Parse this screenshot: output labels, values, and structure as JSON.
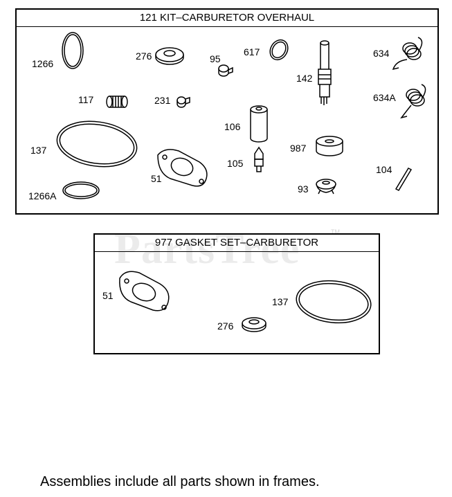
{
  "frames": {
    "kit": {
      "title": "121 KIT–CARBURETOR OVERHAUL",
      "labels": {
        "p1266": "1266",
        "p276": "276",
        "p95": "95",
        "p617": "617",
        "p142": "142",
        "p634": "634",
        "p634a": "634A",
        "p117": "117",
        "p231": "231",
        "p106": "106",
        "p987": "987",
        "p137": "137",
        "p51": "51",
        "p105": "105",
        "p104": "104",
        "p1266a": "1266A",
        "p93": "93"
      }
    },
    "gasket": {
      "title": "977 GASKET SET–CARBURETOR",
      "labels": {
        "p51": "51",
        "p137": "137",
        "p276": "276"
      }
    }
  },
  "watermark": {
    "text": "PartsTree",
    "tm": "TM"
  },
  "footer": "Assemblies include all parts shown in frames."
}
